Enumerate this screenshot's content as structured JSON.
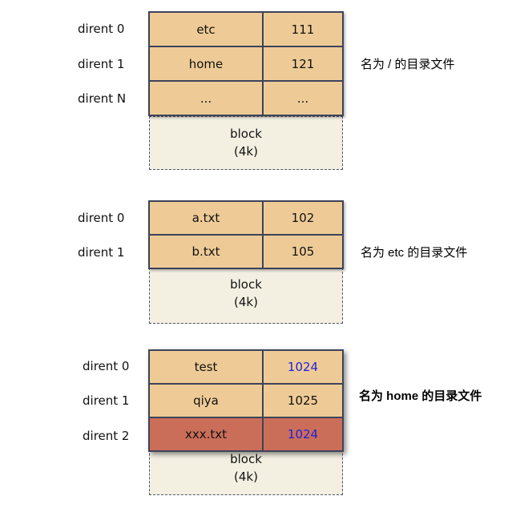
{
  "colors": {
    "cell_tan": "#eecb96",
    "cell_red": "#cb6e59",
    "border": "#3d4359",
    "block_bg": "#f3f0e2",
    "dash_border": "#4d5368",
    "value_blue": "#2121dd"
  },
  "groups": [
    {
      "side_label": "名为 / 的目录文件",
      "dirents": [
        "dirent 0",
        "dirent 1",
        "dirent N"
      ],
      "rows": [
        {
          "name": "etc",
          "value": "111"
        },
        {
          "name": "home",
          "value": "121"
        },
        {
          "name": "...",
          "value": "..."
        }
      ],
      "block": {
        "line1": "block",
        "line2": "(4k)"
      }
    },
    {
      "side_label": "名为 etc 的目录文件",
      "dirents": [
        "dirent 0",
        "dirent 1"
      ],
      "rows": [
        {
          "name": "a.txt",
          "value": "102"
        },
        {
          "name": "b.txt",
          "value": "105"
        }
      ],
      "block": {
        "line1": "block",
        "line2": "(4k)"
      }
    },
    {
      "side_label": "名为 home 的目录文件",
      "dirents": [
        "dirent 0",
        "dirent 1",
        "dirent 2"
      ],
      "rows": [
        {
          "name": "test",
          "value": "1024"
        },
        {
          "name": "qiya",
          "value": "1025"
        },
        {
          "name": "xxx.txt",
          "value": "1024"
        }
      ],
      "block": {
        "line1": "block",
        "line2": "(4k)"
      }
    }
  ]
}
